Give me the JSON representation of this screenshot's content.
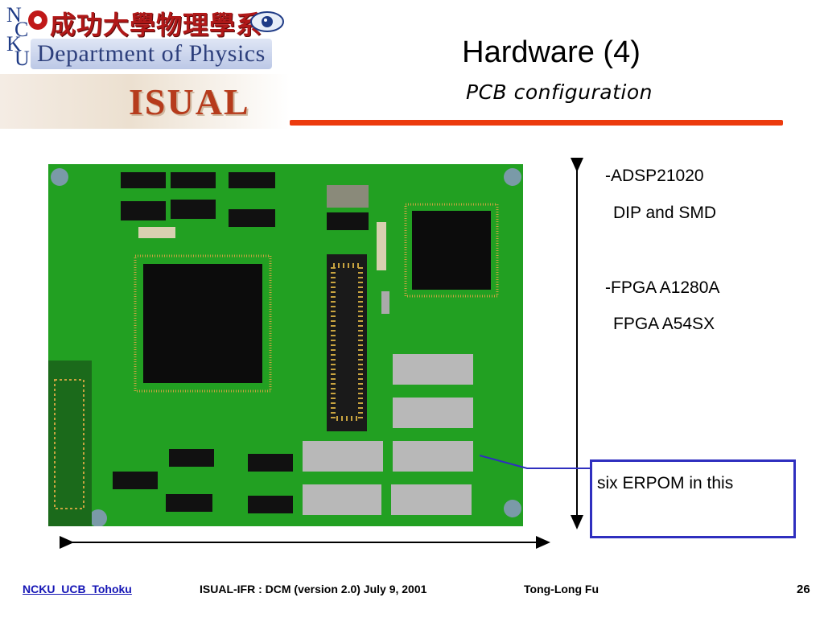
{
  "header": {
    "logo": {
      "ncku_letters": [
        "N",
        "C",
        "K",
        "U"
      ],
      "chinese_name": "成功大學物理學系",
      "department": "Department of Physics",
      "group": "ISUAL"
    },
    "title": "Hardware (4)",
    "subtitle": "PCB configuration",
    "rule_color": "#ec3b0e"
  },
  "figure": {
    "board_color": "#1e9a1e",
    "chip_color": "#111111",
    "eprom_color": "#b8b8b8"
  },
  "bullets": {
    "line1": "-ADSP21020",
    "line2": "DIP and SMD",
    "line3": "-FPGA A1280A",
    "line4": "FPGA A54SX"
  },
  "callout": {
    "text": "six ERPOM in this",
    "border_color": "#2f2fbf"
  },
  "footer": {
    "left": "NCKU_UCB_Tohoku",
    "middle": "ISUAL-IFR : DCM (version 2.0)  July  9, 2001",
    "author": "Tong-Long Fu",
    "page": "26"
  }
}
